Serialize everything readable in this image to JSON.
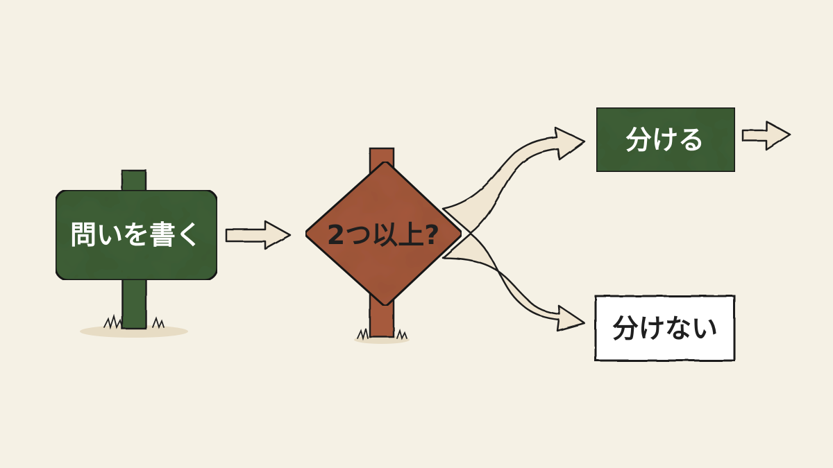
{
  "nodes": {
    "start": {
      "label": "問いを書く"
    },
    "decision": {
      "label": "2つ以上?"
    },
    "yes": {
      "label": "分ける"
    },
    "no": {
      "label": "分けない"
    }
  },
  "colors": {
    "background": "#f5f1e5",
    "green_sign": "#3f6138",
    "brown_sign": "#a65a3e",
    "arrow_fill": "#f0e6d2",
    "outline": "#1f1f1f",
    "white_box": "#ffffff"
  }
}
